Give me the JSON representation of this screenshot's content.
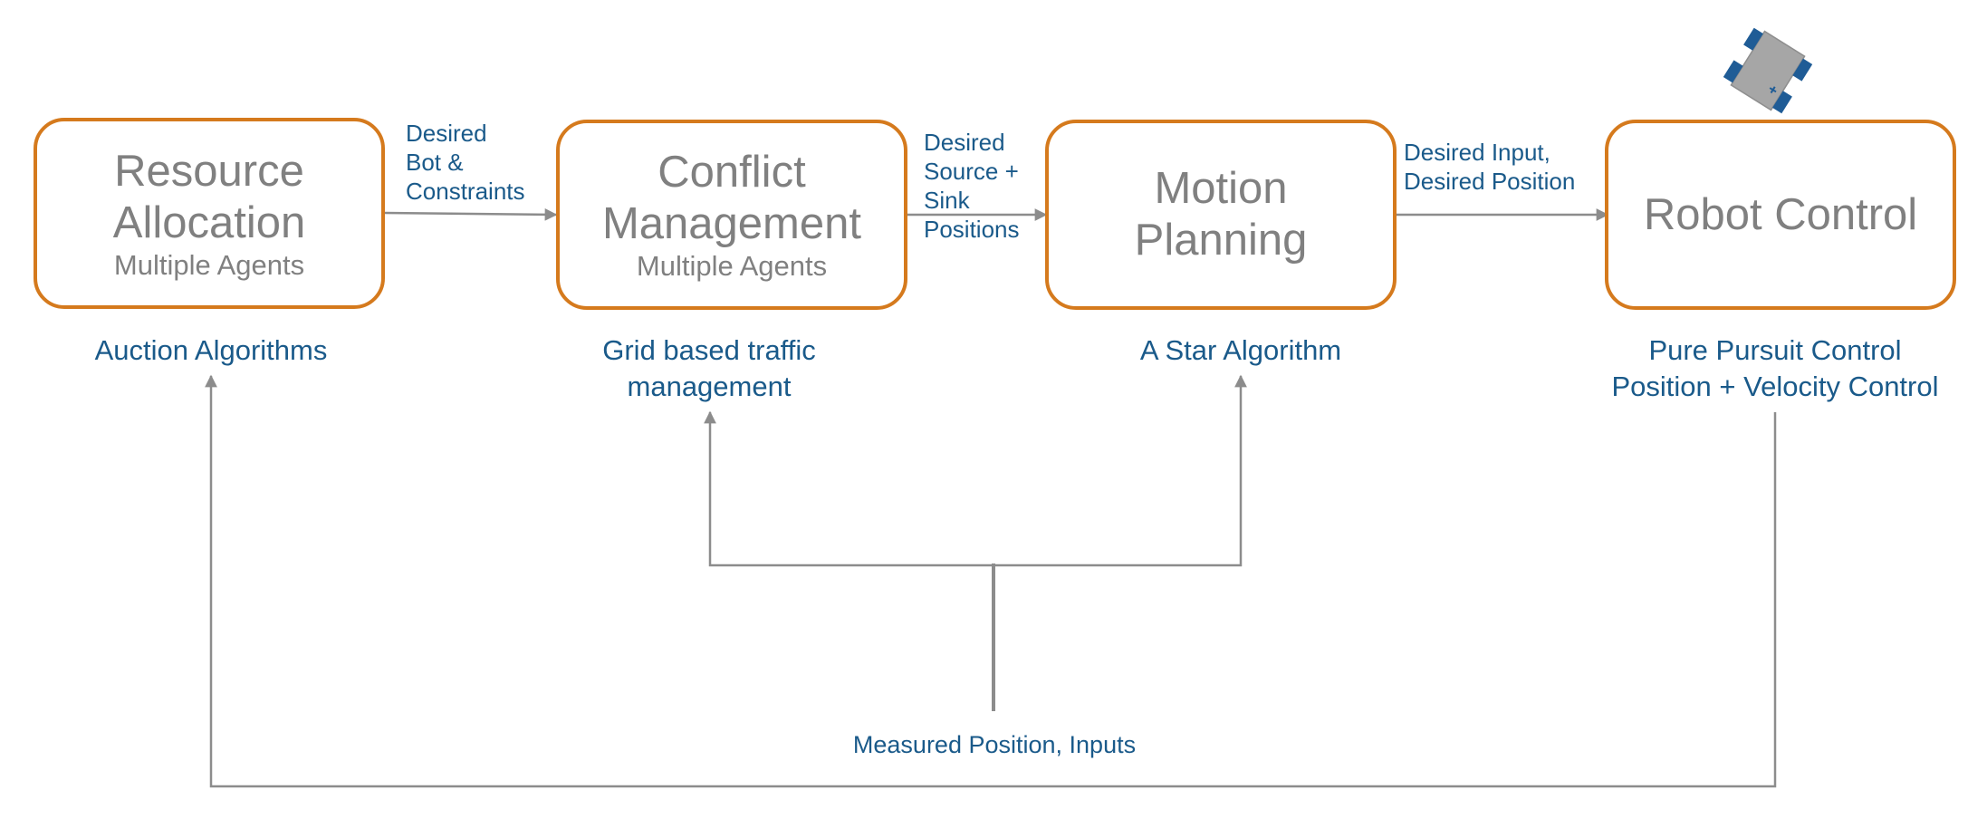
{
  "boxes": [
    {
      "title": "Resource\nAllocation",
      "subtitle": "Multiple Agents"
    },
    {
      "title": "Conflict\nManagement",
      "subtitle": "Multiple Agents"
    },
    {
      "title": "Motion\nPlanning",
      "subtitle": ""
    },
    {
      "title": "Robot Control",
      "subtitle": ""
    }
  ],
  "edge_labels": [
    "Desired\nBot &\nConstraints",
    "Desired\nSource +\nSink\nPositions",
    "Desired Input,\nDesired Position"
  ],
  "captions": [
    "Auction Algorithms",
    "Grid based traffic\nmanagement",
    "A Star Algorithm",
    "Pure Pursuit Control\nPosition + Velocity Control"
  ],
  "feedback_label": "Measured Position, Inputs",
  "colors": {
    "box_border": "#D57A1D",
    "box_text": "#808080",
    "label_text": "#1A5A8A",
    "connector": "#8C8C8C",
    "robot_body": "#A6A6A6",
    "robot_wheel": "#1F5C96"
  },
  "icons": [
    "robot-icon"
  ]
}
